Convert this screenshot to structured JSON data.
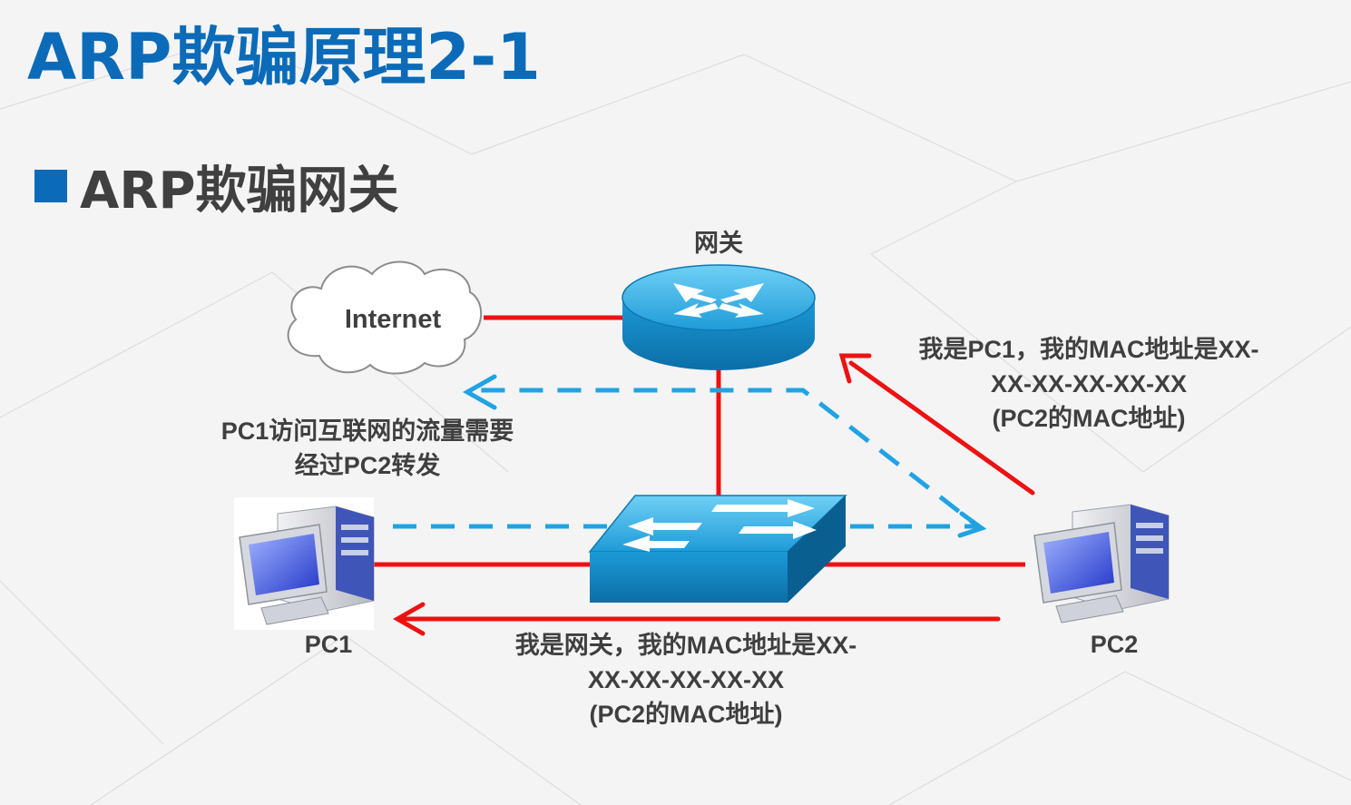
{
  "slide": {
    "title": "ARP欺骗原理2-1",
    "bullet": "ARP欺骗网关"
  },
  "nodes": {
    "internet": "Internet",
    "gateway": "网关",
    "pc1": "PC1",
    "pc2": "PC2"
  },
  "annotations": {
    "traffic_note": [
      "PC1访问互联网的流量需要",
      "经过PC2转发"
    ],
    "to_gateway": [
      "我是PC1，我的MAC地址是XX-",
      "XX-XX-XX-XX-XX",
      "(PC2的MAC地址)"
    ],
    "to_pc1": [
      "我是网关，我的MAC地址是XX-",
      "XX-XX-XX-XX-XX",
      "(PC2的MAC地址)"
    ]
  },
  "colors": {
    "title": "#0b6bb8",
    "link_red": "#ee1111",
    "dashed_blue": "#1fa3e3",
    "device_blue": "#1c9ad6"
  },
  "icons": {
    "internet": "cloud-icon",
    "gateway": "router-icon",
    "switch": "switch-icon",
    "pc1": "desktop-computer-icon",
    "pc2": "desktop-computer-icon"
  }
}
